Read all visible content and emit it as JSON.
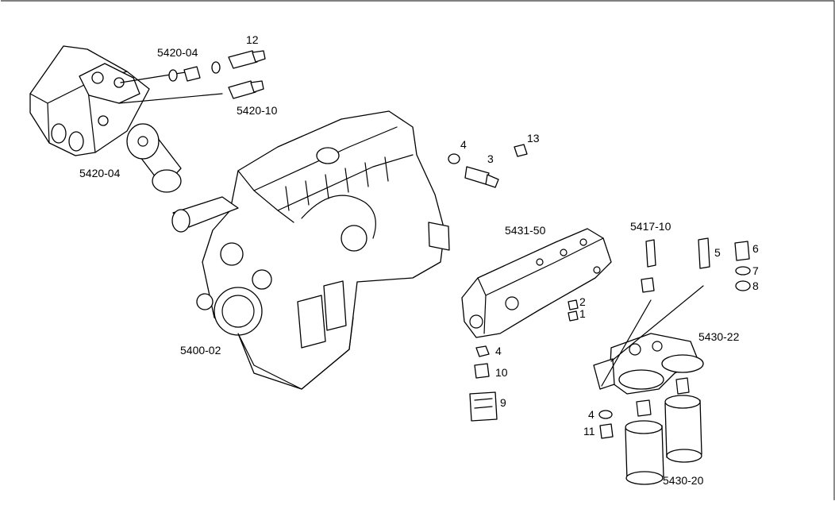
{
  "labels": {
    "p5420_04_top": "5420-04",
    "p12": "12",
    "p5420_10": "5420-10",
    "p5420_04_left": "5420-04",
    "p4_top": "4",
    "p3": "3",
    "p13": "13",
    "p5431_50": "5431-50",
    "p5417_10": "5417-10",
    "p5": "5",
    "p6": "6",
    "p7": "7",
    "p8": "8",
    "p2": "2",
    "p1": "1",
    "p5400_02": "5400-02",
    "p4_mid": "4",
    "p10": "10",
    "p9": "9",
    "p5430_22": "5430-22",
    "p4_low": "4",
    "p11": "11",
    "p5430_20": "5430-20"
  }
}
